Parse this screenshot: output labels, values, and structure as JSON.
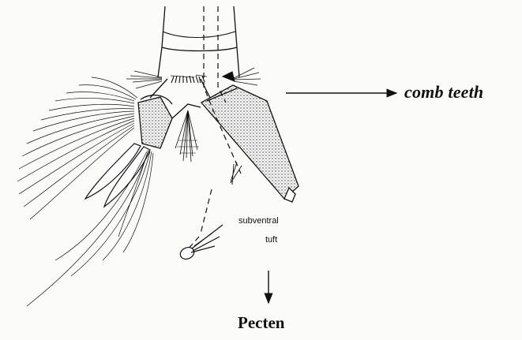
{
  "labels": {
    "comb_teeth": "comb teeth",
    "subventral_line1": "subventral",
    "subventral_line2": "tuft",
    "pecten": "Pecten"
  },
  "colors": {
    "ink": "#111111",
    "paper": "#fbfbfa"
  }
}
